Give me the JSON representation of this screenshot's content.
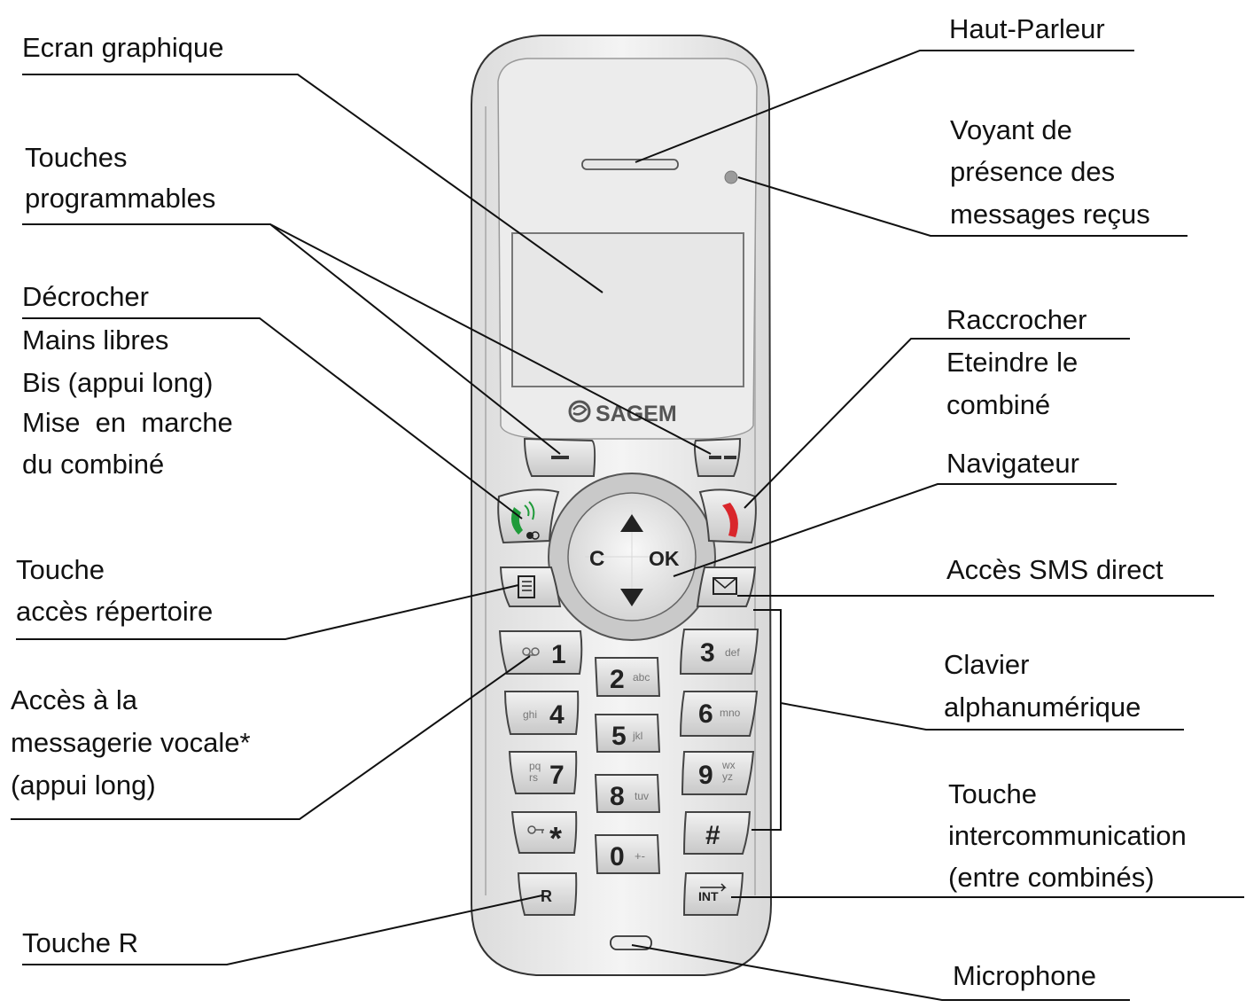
{
  "labels": {
    "ecran": "Ecran graphique",
    "touches_prog_1": "Touches",
    "touches_prog_2": "programmables",
    "decrocher_1": "Décrocher",
    "decrocher_2": "Mains libres",
    "decrocher_3": "Bis (appui long)",
    "decrocher_4": "Mise  en  marche",
    "decrocher_5": "du combiné",
    "repertoire_1": "Touche",
    "repertoire_2": "accès répertoire",
    "messagerie_1": "Accès à la",
    "messagerie_2": "messagerie vocale*",
    "messagerie_3": "(appui long)",
    "touche_r": "Touche R",
    "haut_parleur": "Haut-Parleur",
    "voyant_1": "Voyant de",
    "voyant_2": "présence des",
    "voyant_3": "messages reçus",
    "raccrocher_1": "Raccrocher",
    "raccrocher_2": "Eteindre le",
    "raccrocher_3": "combiné",
    "navigateur": "Navigateur",
    "sms": "Accès SMS direct",
    "clavier_1": "Clavier",
    "clavier_2": "alphanumérique",
    "intercom_1": "Touche",
    "intercom_2": "intercommunication",
    "intercom_3": "(entre combinés)",
    "microphone": "Microphone"
  },
  "phone": {
    "brand": "SAGEM",
    "nav_left": "C",
    "nav_center": "OK",
    "keys": {
      "k1": "1",
      "k2": "2",
      "k2s": "abc",
      "k3": "3",
      "k3s": "def",
      "k4": "4",
      "k4s": "ghi",
      "k5": "5",
      "k5s": "jkl",
      "k6": "6",
      "k6s": "mno",
      "k7": "7",
      "k7s1": "pq",
      "k7s2": "rs",
      "k8": "8",
      "k8s": "tuv",
      "k9": "9",
      "k9s1": "wx",
      "k9s2": "yz",
      "kstar": "*",
      "k0": "0",
      "k0s": "+-",
      "khash": "#",
      "kr": "R",
      "kint": "INT"
    }
  }
}
